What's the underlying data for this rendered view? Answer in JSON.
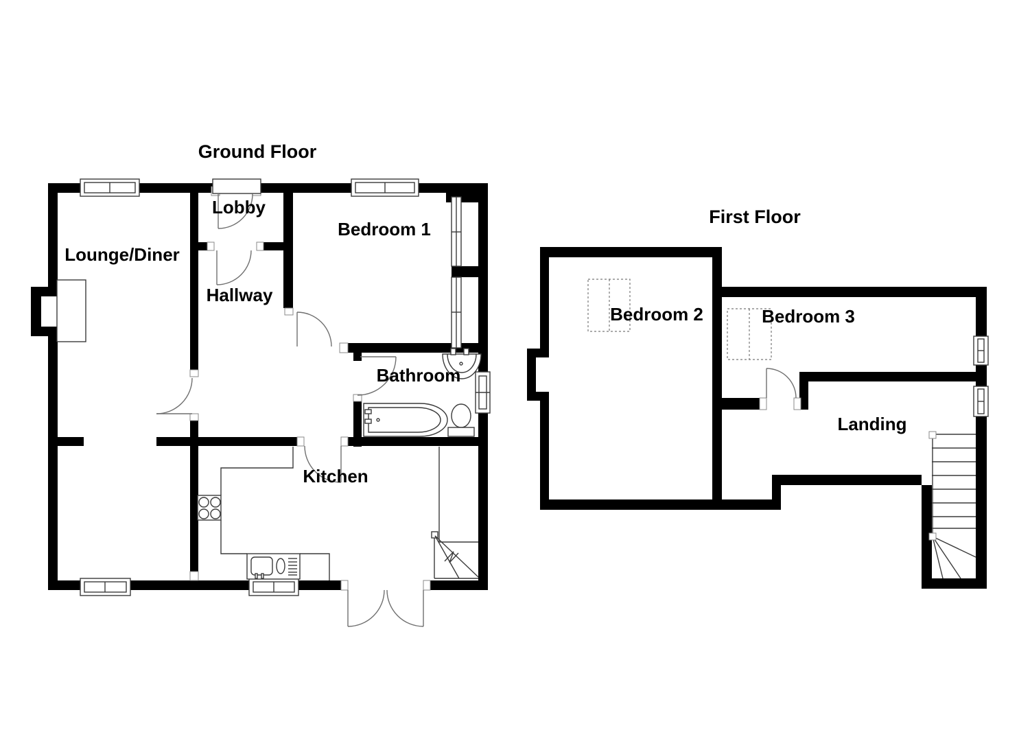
{
  "page": {
    "background": "#ffffff",
    "wall_color": "#000000",
    "line_color": "#3a3a3a",
    "label_color": "#000000"
  },
  "ground_floor": {
    "title": "Ground Floor",
    "rooms": {
      "lounge_diner": "Lounge/Diner",
      "lobby": "Lobby",
      "hallway": "Hallway",
      "bedroom1": "Bedroom 1",
      "bathroom": "Bathroom",
      "kitchen": "Kitchen"
    }
  },
  "first_floor": {
    "title": "First Floor",
    "rooms": {
      "bedroom2": "Bedroom 2",
      "bedroom3": "Bedroom 3",
      "landing": "Landing"
    }
  }
}
